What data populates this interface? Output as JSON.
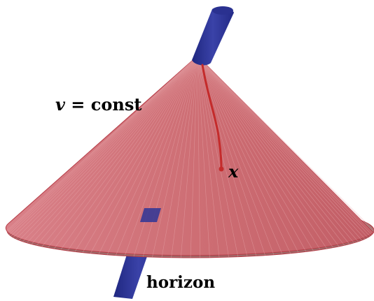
{
  "labels": {
    "v_var": "v",
    "v_rest": " = const",
    "x": "x",
    "horizon": "horizon"
  },
  "colors": {
    "cone_fill": "#d4767c",
    "cone_base": "#a06a6a",
    "cone_edge": "#b53a45",
    "worldline": "#c42b2b",
    "horizon_tube": "#2e3596"
  }
}
